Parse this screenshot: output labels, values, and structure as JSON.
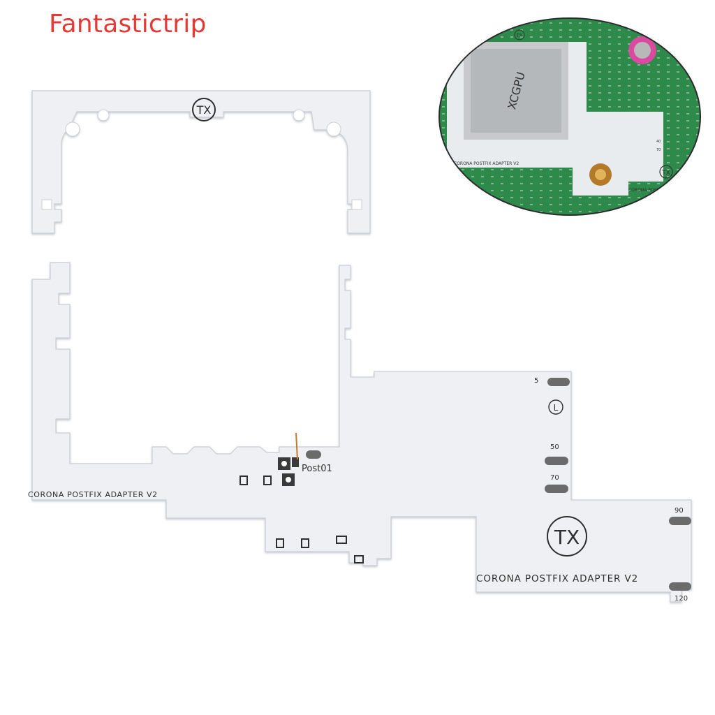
{
  "brand": {
    "label": "Fantastictrip"
  },
  "top_frame": {
    "logo_text": "TX"
  },
  "main_board": {
    "left_caption": "CORONA POSTFIX ADAPTER V2",
    "right_caption": "CORONA POSTFIX ADAPTER V2",
    "logo_text": "TX",
    "post_label": "Post01",
    "corner_symbol": "L",
    "pad_labels": [
      "5",
      "50",
      "70",
      "90",
      "120"
    ]
  },
  "inset_photo": {
    "chip_text": "XCGPU",
    "board_text": "CORONA POSTFIX ADAPTER V2",
    "logo_text": "TX",
    "small_labels": [
      "40",
      "70"
    ]
  },
  "colors": {
    "brand": "#e53935",
    "board": "#eef0f3",
    "pcb_green": "#2f8a4a",
    "text": "#2e2e2e"
  }
}
